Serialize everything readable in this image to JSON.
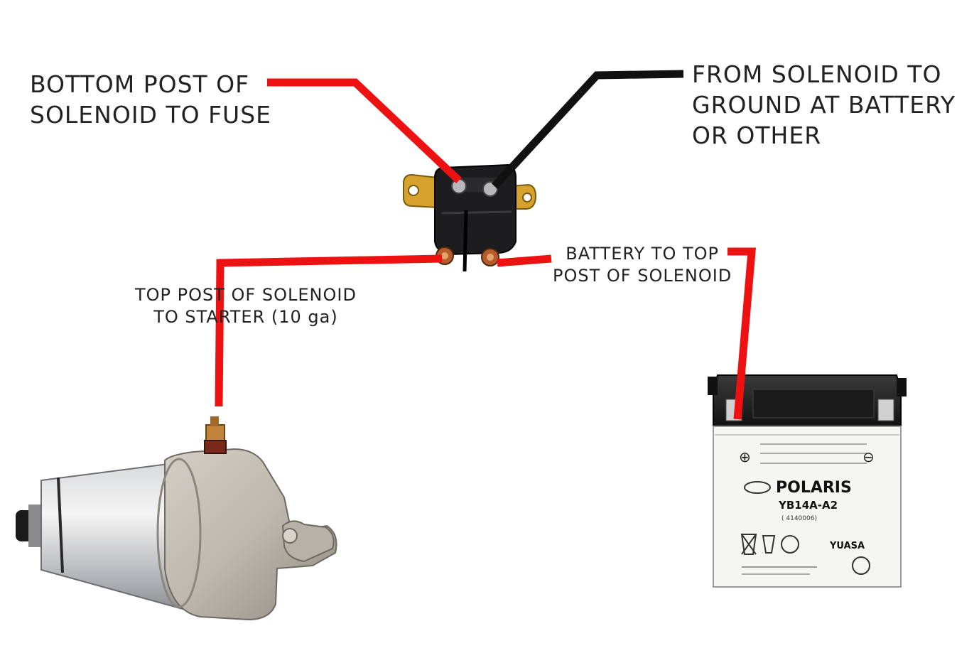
{
  "labels": {
    "fuse": [
      "BOTTOM POST OF",
      "SOLENOID TO FUSE"
    ],
    "ground": [
      "FROM SOLENOID TO",
      "GROUND AT BATTERY",
      "OR OTHER"
    ],
    "starter": [
      "TOP POST OF SOLENOID",
      "TO STARTER (10 ga)"
    ],
    "battery": [
      "BATTERY TO TOP",
      "POST OF SOLENOID"
    ]
  },
  "battery_label": {
    "brand": "POLARIS",
    "model": "YB14A-A2",
    "part": "( 4140006)",
    "maker": "YUASA",
    "plus": "⊕",
    "minus": "⊖"
  },
  "colors": {
    "positive_wire": "#ee1111",
    "ground_wire": "#111111",
    "text": "#222222"
  }
}
